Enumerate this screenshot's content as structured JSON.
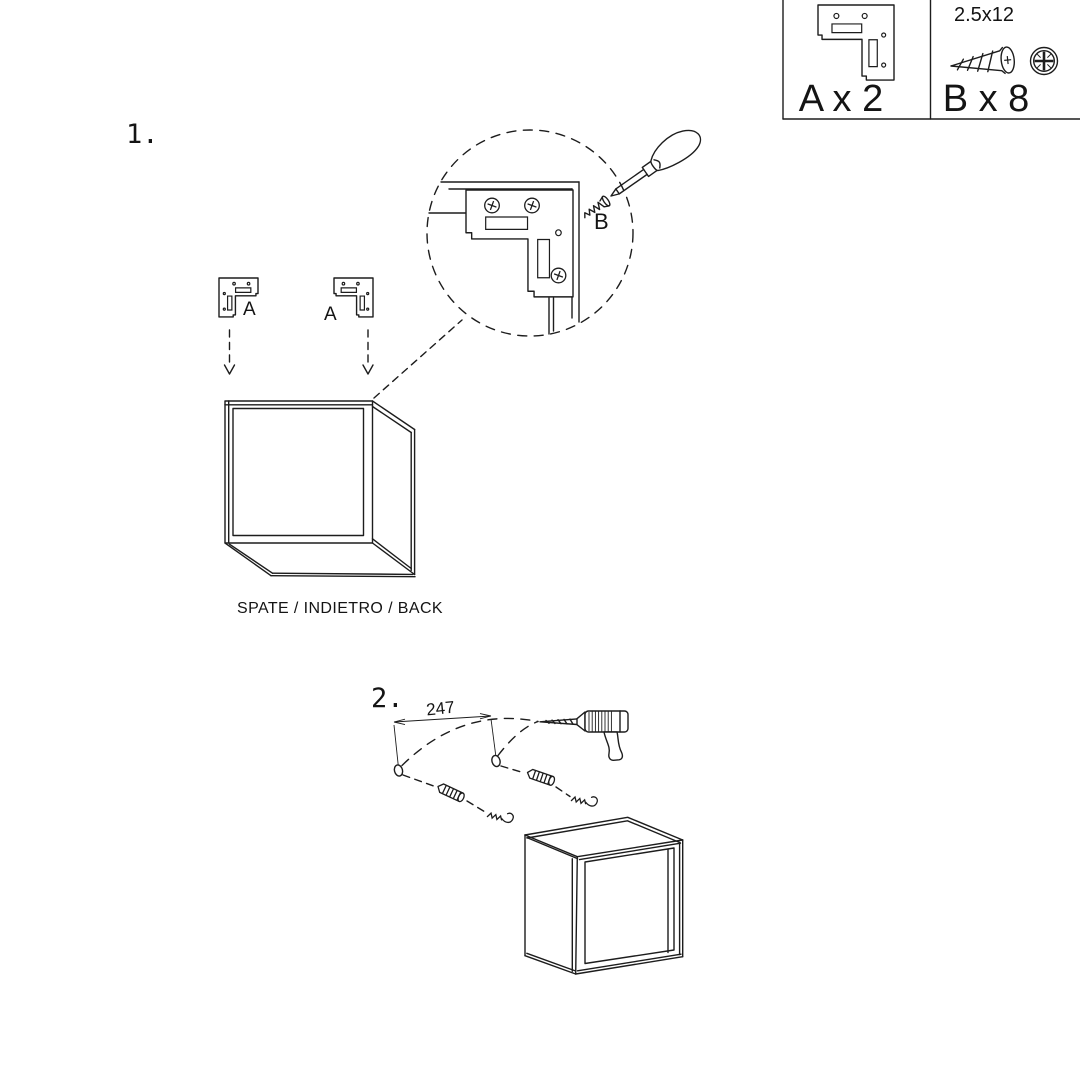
{
  "page": {
    "background_color": "#ffffff",
    "ink_color": "#1d1d1d"
  },
  "parts_box": {
    "bracket_icon": "corner-bracket-icon",
    "bracket_label": "A x 2",
    "screw_size": "2.5x12",
    "screw_icon": "screw-side-icon",
    "screw_head_icon": "screw-head-icon",
    "screw_label": "B x 8"
  },
  "step1": {
    "number": "1.",
    "left_bracket_label": "A",
    "right_bracket_label": "A",
    "detail_screw_label": "B",
    "caption": "SPATE / INDIETRO / BACK"
  },
  "step2": {
    "number": "2.",
    "wall_distance": "247"
  }
}
